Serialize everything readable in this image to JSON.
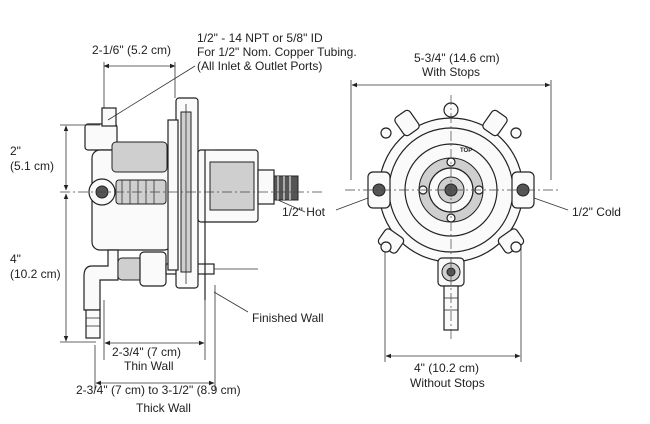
{
  "labels": {
    "top_width": "2-1/6\" (5.2 cm)",
    "port_spec_line1": "1/2\" - 14 NPT or 5/8\" ID",
    "port_spec_line2": "For 1/2\" Nom. Copper Tubing.",
    "port_spec_line3": "(All Inlet & Outlet Ports)",
    "upper_height_line1": "2\"",
    "upper_height_line2": "(5.1 cm)",
    "lower_height_line1": "4\"",
    "lower_height_line2": "(10.2 cm)",
    "hot": "1/2\" Hot",
    "cold": "1/2\" Cold",
    "finished_wall": "Finished Wall",
    "thin_wall_dim": "2-3/4\" (7 cm)",
    "thin_wall": "Thin Wall",
    "thick_wall_dim": "2-3/4\" (7 cm) to 3-1/2\" (8.9 cm)",
    "thick_wall": "Thick Wall",
    "with_stops_dim": "5-3/4\" (14.6 cm)",
    "with_stops": "With Stops",
    "without_stops_dim": "4\" (10.2 cm)",
    "without_stops": "Without Stops",
    "top_mark": "TOP"
  }
}
